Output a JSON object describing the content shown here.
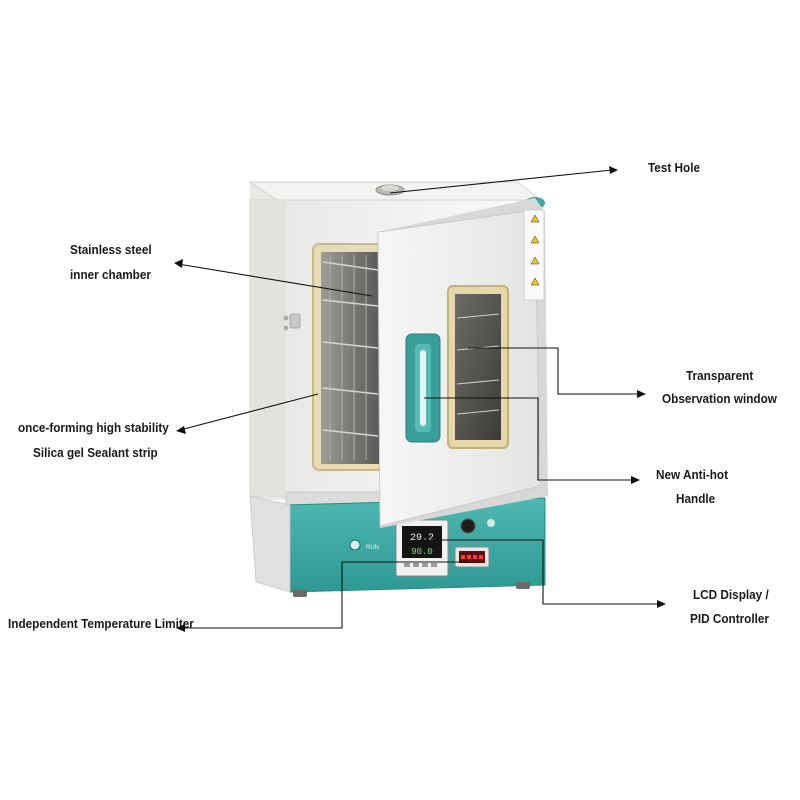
{
  "labels": {
    "test_hole": "Test Hole",
    "inner_chamber": [
      "Stainless steel",
      "inner chamber"
    ],
    "sealant_strip": [
      "once-forming high stability",
      "Silica gel Sealant strip"
    ],
    "temp_limiter": "Independent Temperature Limiter",
    "observation_window": [
      "Transparent",
      "Observation window"
    ],
    "handle": [
      "New Anti-hot",
      "Handle"
    ],
    "controller": [
      "LCD Display /",
      "PID Controller"
    ]
  },
  "display": {
    "upper_reading": "29.2",
    "lower_reading": "90.0",
    "run_label": "RUN"
  },
  "colors": {
    "body": "#f4f4f2",
    "teal_base": "#3aa9a4",
    "handle": "#3a9f9a",
    "leader_line": "#111111"
  }
}
